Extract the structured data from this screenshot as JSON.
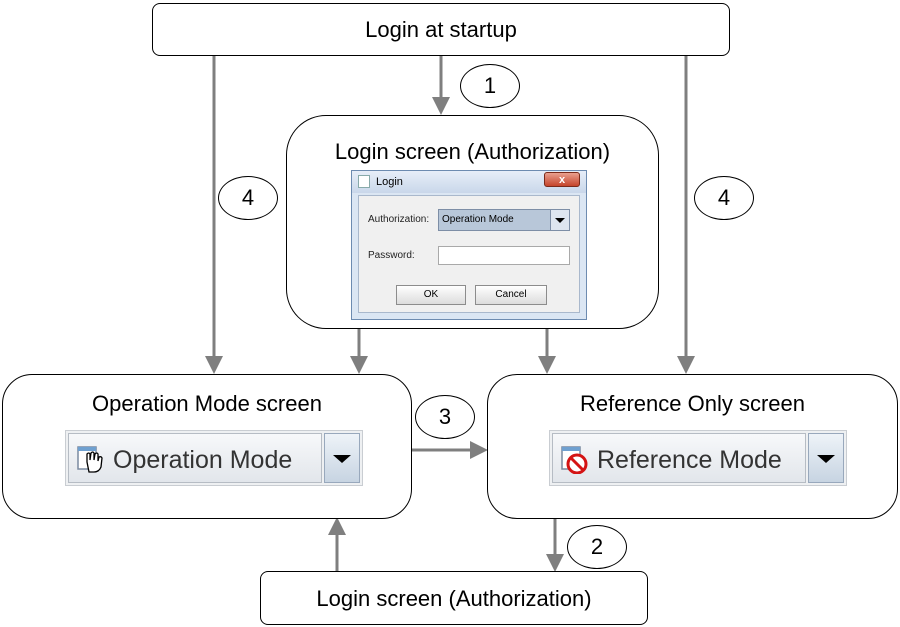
{
  "boxes": {
    "startup": "Login at startup",
    "login_auth": "Login screen (Authorization)",
    "operation": "Operation Mode screen",
    "reference": "Reference Only screen",
    "login_bottom": "Login screen (Authorization)"
  },
  "steps": [
    "1",
    "2",
    "3",
    "4",
    "4"
  ],
  "dialog": {
    "title": "Login",
    "close": "x",
    "authorization_label": "Authorization:",
    "authorization_value": "Operation Mode",
    "password_label": "Password:",
    "password_value": "",
    "ok": "OK",
    "cancel": "Cancel"
  },
  "widgets": {
    "operation_mode": {
      "label": "Operation Mode",
      "icon": "hand-icon"
    },
    "reference_mode": {
      "label": "Reference Mode",
      "icon": "no-entry-icon"
    }
  },
  "colors": {
    "arrow": "#7f7f7f"
  }
}
